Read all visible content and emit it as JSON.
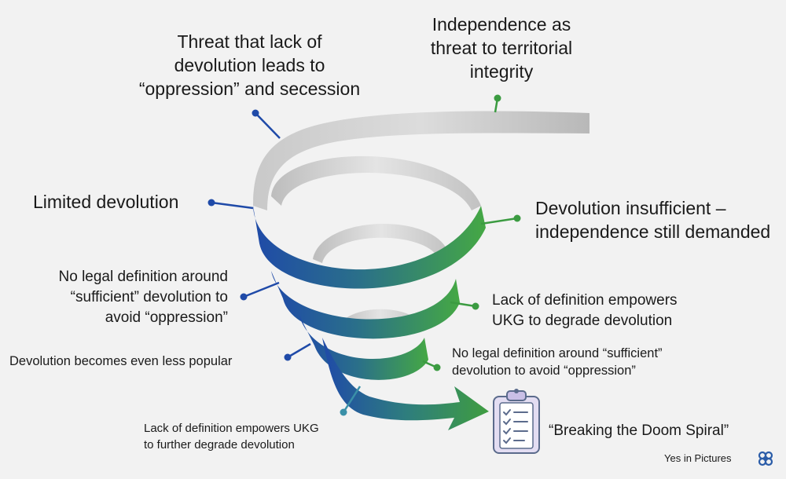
{
  "labels": {
    "independence_threat": "Independence as\nthreat to territorial\nintegrity",
    "secession_threat": "Threat that lack of\ndevolution leads to\n“oppression” and secession",
    "limited_devolution": "Limited devolution",
    "devolution_insufficient": "Devolution insufficient –\nindependence still demanded",
    "no_legal_definition_left": "No legal definition around\n“sufficient” devolution to\navoid “oppression”",
    "empowers_ukg_degrade": "Lack of definition empowers\nUKG to degrade devolution",
    "less_popular": "Devolution becomes even less popular",
    "no_legal_definition_right": "No legal definition around “sufficient”\ndevolution to avoid “oppression”",
    "empowers_ukg_further": "Lack of definition empowers UKG\nto further degrade devolution",
    "breaking_doom_spiral": "“Breaking the Doom Spiral”"
  },
  "footer": {
    "credit": "Yes in Pictures"
  },
  "icons": {
    "clipboard": "clipboard-checklist-icon",
    "logo": "yes-in-pictures-logo"
  },
  "colors": {
    "grey_ribbon": "#cfcfcf",
    "blue": "#1f4aa8",
    "green": "#3b9b41",
    "teal": "#3a90a8"
  }
}
